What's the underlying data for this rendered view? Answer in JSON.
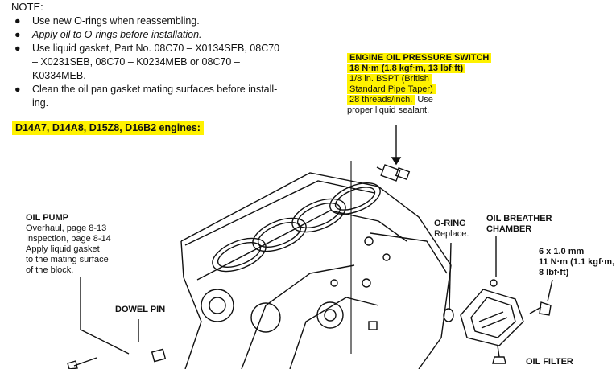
{
  "note": {
    "title": "NOTE:",
    "items": [
      {
        "text": "Use new O-rings when reassembling.",
        "italic": false
      },
      {
        "text": "Apply oil to O-rings before installation.",
        "italic": true
      },
      {
        "text": "Use liquid gasket, Part No. 08C70 – X0134SEB, 08C70\n– X0231SEB, 08C70 – K0234MEB or 08C70 –\nK0334MEB.",
        "italic": false
      },
      {
        "text": "Clean the oil pan gasket mating surfaces before install-\ning.",
        "italic": false
      }
    ]
  },
  "engines": "D14A7, D14A8, D15Z8, D16B2 engines:",
  "oil_pressure_switch": {
    "title": "ENGINE OIL PRESSURE SWITCH",
    "torque": "18 N·m (1.8 kgf·m, 13 lbf·ft)",
    "thread_1": "1/8 in. BSPT (British",
    "thread_2": "Standard Pipe Taper)",
    "thread_3": "28 threads/inch.",
    "sealant_1": "Use",
    "sealant_2": "proper liquid sealant."
  },
  "oil_pump": {
    "title": "OIL PUMP",
    "lines": [
      "Overhaul, page 8-13",
      "Inspection, page 8-14",
      "Apply liquid gasket",
      "to the mating surface",
      "of the block."
    ]
  },
  "dowel_pin": "DOWEL PIN",
  "o_ring": {
    "title": "O-RING",
    "note": "Replace."
  },
  "oil_breather": {
    "line1": "OIL BREATHER",
    "line2": "CHAMBER"
  },
  "bolt_spec": {
    "size": "6 x 1.0 mm",
    "torque_1": "11 N·m (1.1 kgf·m,",
    "torque_2": "8 lbf·ft)"
  },
  "oil_filter": "OIL FILTER",
  "highlight_color": "#fff200"
}
